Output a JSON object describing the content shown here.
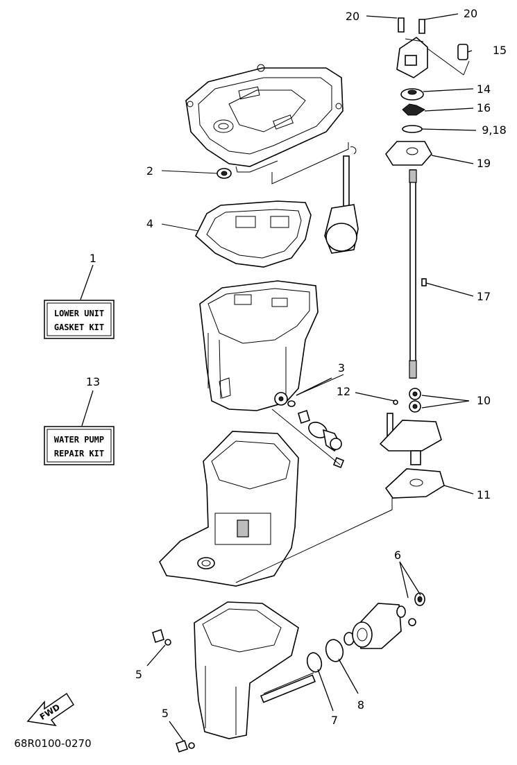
{
  "callouts": {
    "c1": "1",
    "c2": "2",
    "c3": "3",
    "c4": "4",
    "c5a": "5",
    "c5b": "5",
    "c6": "6",
    "c7": "7",
    "c8": "8",
    "c9_18": "9,18",
    "c10": "10",
    "c11": "11",
    "c12": "12",
    "c13": "13",
    "c14": "14",
    "c15": "15",
    "c16": "16",
    "c17": "17",
    "c19": "19",
    "c20a": "20",
    "c20b": "20"
  },
  "kits": {
    "gasket_kit": {
      "line1": "LOWER UNIT",
      "line2": "GASKET KIT"
    },
    "water_pump_kit": {
      "line1": "WATER PUMP",
      "line2": "REPAIR KIT"
    }
  },
  "fwd_label": "FWD",
  "figure_code": "68R0100-0270"
}
